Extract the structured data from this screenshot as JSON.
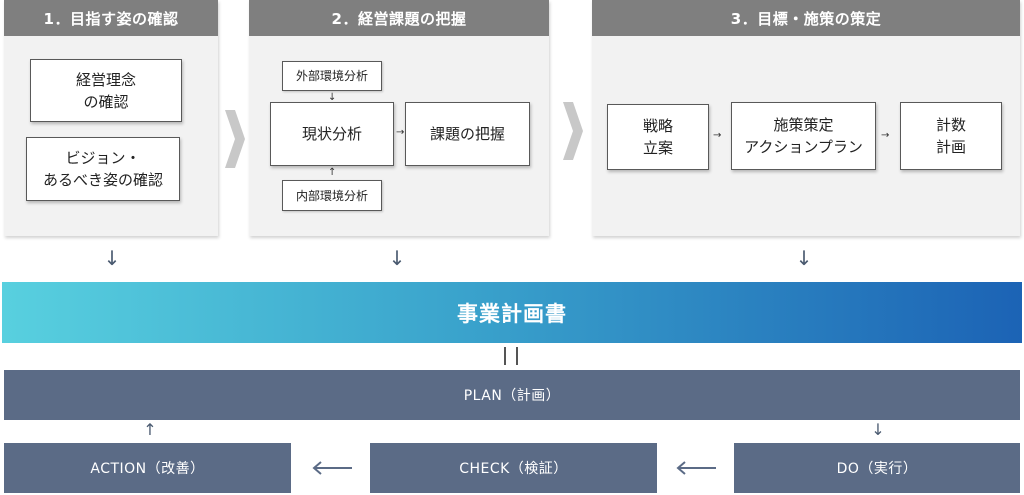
{
  "steps": [
    {
      "title": "1．目指す姿の確認",
      "box_a": [
        "経営理念",
        "の確認"
      ],
      "box_b": [
        "ビジョン・",
        "あるべき姿の確認"
      ]
    },
    {
      "title": "2．経営課題の把握",
      "external": "外部環境分析",
      "current": "現状分析",
      "internal": "内部環境分析",
      "issues": "課題の把握"
    },
    {
      "title": "3．目標・施策の策定",
      "strategy": [
        "戦略",
        "立案"
      ],
      "measures": [
        "施策策定",
        "アクションプラン"
      ],
      "numeric": [
        "計数",
        "計画"
      ]
    }
  ],
  "arrows": {
    "down": "↓",
    "up": "↑",
    "right": "→",
    "small_down": "↓",
    "small_up": "↑"
  },
  "business_plan": "事業計画書",
  "cycle": {
    "plan": "PLAN（計画）",
    "action": "ACTION（改善）",
    "check": "CHECK（検証）",
    "do": "DO（実行）"
  },
  "colors": {
    "panel_header": "#7f7f7f",
    "panel_bg": "#f2f2f2",
    "chevron": "#c8c8c8",
    "cycle_box": "#5b6b86",
    "gradient_start": "#58d0df",
    "gradient_end": "#1c63b5"
  }
}
